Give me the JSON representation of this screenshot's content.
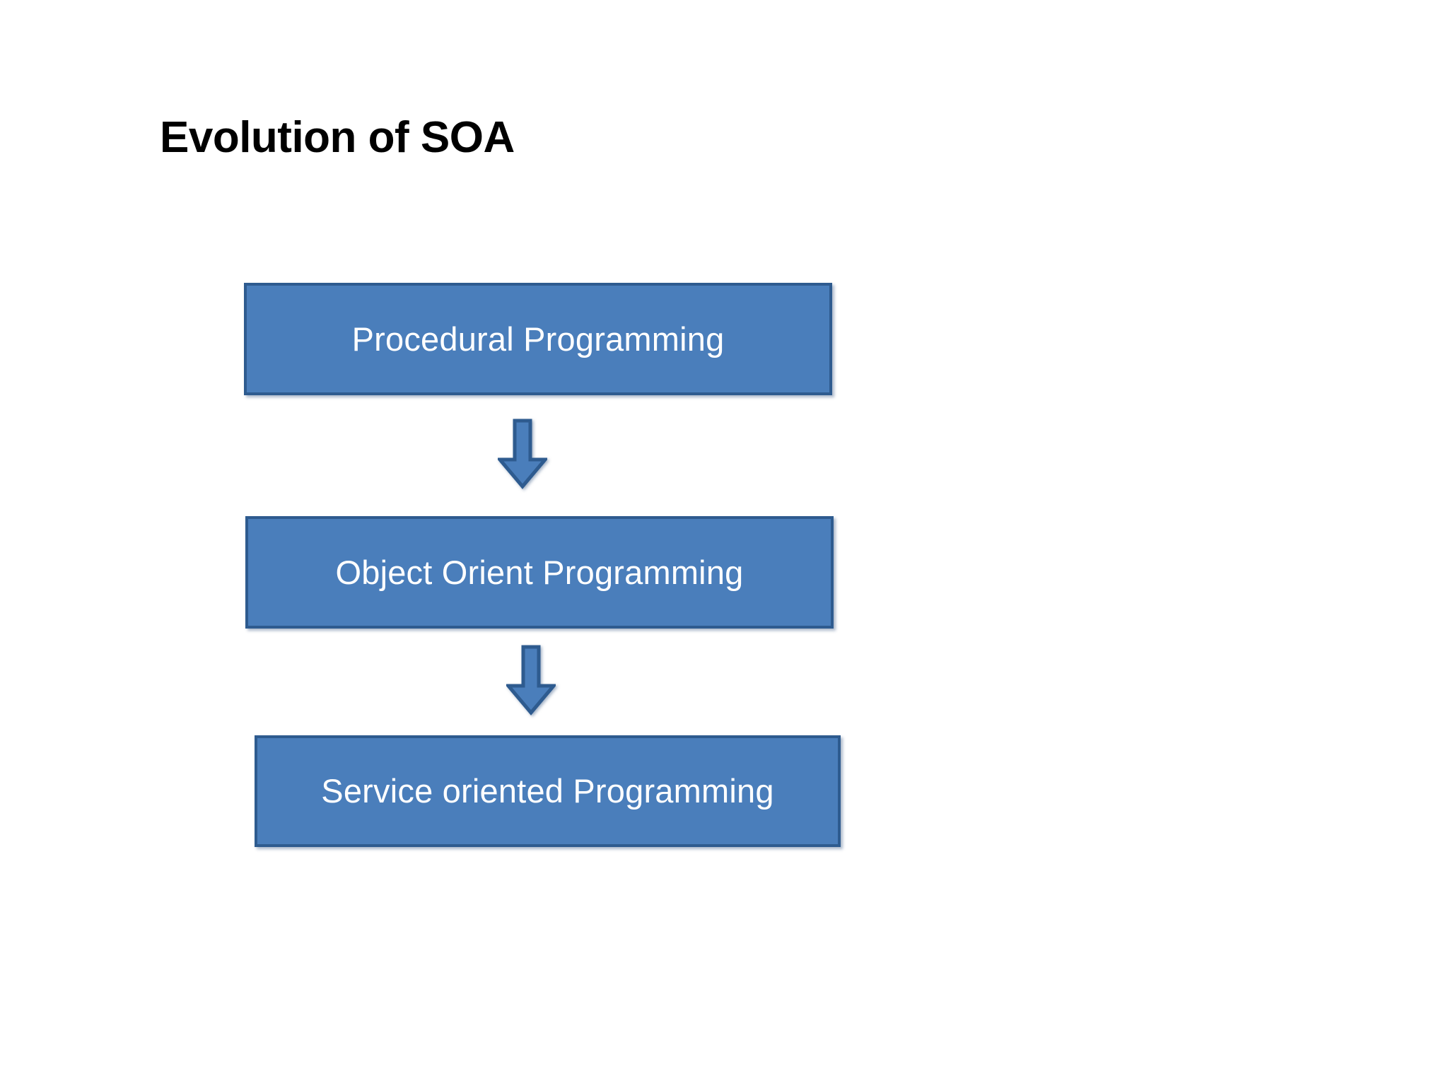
{
  "slide": {
    "title": "Evolution of SOA",
    "background_color": "#ffffff",
    "title_color": "#000000"
  },
  "theme": {
    "box_fill": "#4a7ebb",
    "box_border": "#2e5b8f",
    "box_text": "#ffffff",
    "arrow_fill": "#4a7ebb",
    "arrow_border": "#2e5b8f"
  },
  "diagram": {
    "type": "vertical-flow",
    "boxes": [
      {
        "label": "Procedural Programming"
      },
      {
        "label": "Object Orient Programming"
      },
      {
        "label": "Service oriented Programming"
      }
    ],
    "connectors": [
      {
        "icon": "down-arrow-icon",
        "from": 0,
        "to": 1
      },
      {
        "icon": "down-arrow-icon",
        "from": 1,
        "to": 2
      }
    ]
  }
}
